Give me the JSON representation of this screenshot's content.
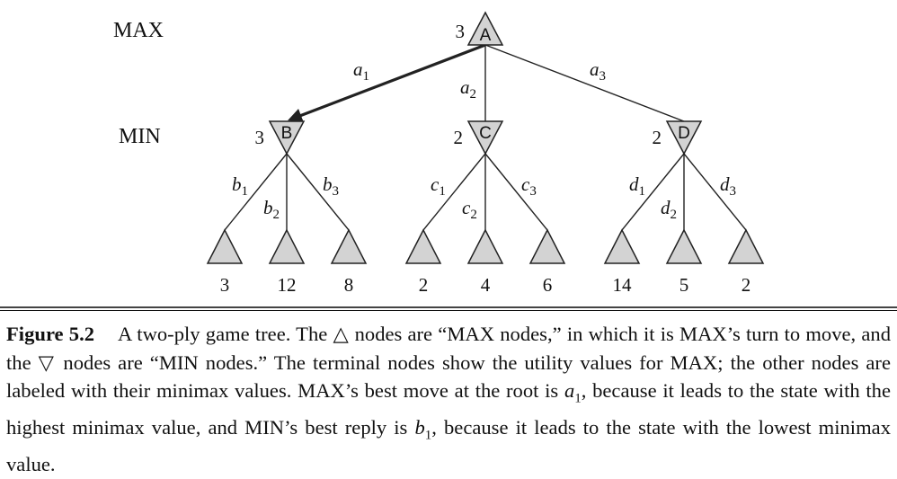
{
  "levels": {
    "max_label": "MAX",
    "min_label": "MIN"
  },
  "tree": {
    "root": {
      "id": "A",
      "type": "max",
      "value": "3"
    },
    "children": [
      {
        "id": "B",
        "type": "min",
        "value": "3",
        "edge": "a",
        "edge_sub": "1",
        "best": true,
        "leaves": [
          {
            "edge": "b",
            "sub": "1",
            "value": "3"
          },
          {
            "edge": "b",
            "sub": "2",
            "value": "12"
          },
          {
            "edge": "b",
            "sub": "3",
            "value": "8"
          }
        ]
      },
      {
        "id": "C",
        "type": "min",
        "value": "2",
        "edge": "a",
        "edge_sub": "2",
        "best": false,
        "leaves": [
          {
            "edge": "c",
            "sub": "1",
            "value": "2"
          },
          {
            "edge": "c",
            "sub": "2",
            "value": "4"
          },
          {
            "edge": "c",
            "sub": "3",
            "value": "6"
          }
        ]
      },
      {
        "id": "D",
        "type": "min",
        "value": "2",
        "edge": "a",
        "edge_sub": "3",
        "best": false,
        "leaves": [
          {
            "edge": "d",
            "sub": "1",
            "value": "14"
          },
          {
            "edge": "d",
            "sub": "2",
            "value": "5"
          },
          {
            "edge": "d",
            "sub": "3",
            "value": "2"
          }
        ]
      }
    ]
  },
  "colors": {
    "node_fill": "#d3d3d3",
    "stroke": "#222222"
  },
  "caption": {
    "figure_label": "Figure 5.2",
    "p1": "A two-ply game tree. The △ nodes are “",
    "max1": "MAX",
    "p2": " nodes,” in which it is ",
    "max2": "MAX",
    "p3": "’s turn to move, and the ▽ nodes are “",
    "min1": "MIN",
    "p4": " nodes.” The terminal nodes show the utility values for ",
    "max3": "MAX",
    "p5": "; the other nodes are labeled with their minimax values. ",
    "max4": "MAX",
    "p6": "’s best move at the root is ",
    "a_var": "a",
    "a_sub": "1",
    "p7": ", because it leads to the state with the highest minimax value, and ",
    "min2": "MIN",
    "p8": "’s best reply is ",
    "b_var": "b",
    "b_sub": "1",
    "p9": ", because it leads to the state with the lowest minimax value."
  }
}
